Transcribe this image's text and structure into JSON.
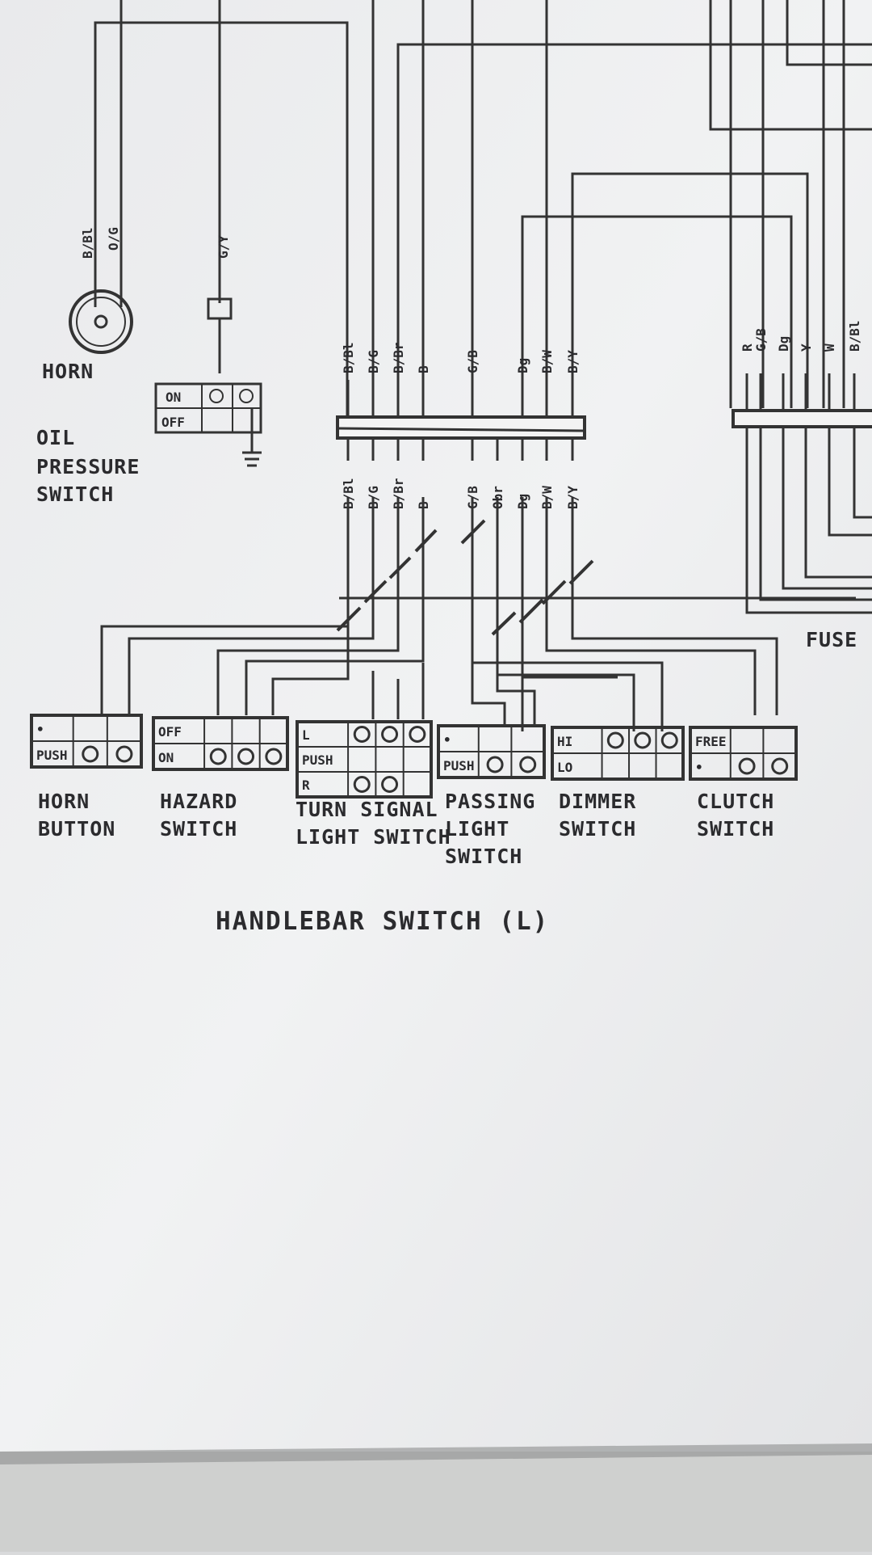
{
  "horn": {
    "label": "HORN",
    "wires": [
      "B/Bl",
      "O/G"
    ]
  },
  "oil_pressure_switch": {
    "label_lines": [
      "OIL",
      "PRESSURE",
      "SWITCH"
    ],
    "wire": "G/Y",
    "states": [
      "ON",
      "OFF"
    ]
  },
  "connector": {
    "upper_wires": [
      "B/Bl",
      "B/G",
      "B/Br",
      "B",
      "G/B",
      "Dg",
      "B/W",
      "B/Y"
    ],
    "lower_wires": [
      "B/Bl",
      "B/G",
      "B/Br",
      "B",
      "G/B",
      "Obr",
      "Dg",
      "B/W",
      "B/Y"
    ]
  },
  "right_connector": {
    "wires": [
      "R",
      "G/B",
      "Dg",
      "Y",
      "W",
      "B/Bl"
    ],
    "label": "FUSE"
  },
  "switches": [
    {
      "name": "horn-button",
      "label_lines": [
        "HORN",
        "BUTTON"
      ],
      "states": [
        "•",
        "PUSH"
      ]
    },
    {
      "name": "hazard-switch",
      "label_lines": [
        "HAZARD",
        "SWITCH"
      ],
      "states": [
        "OFF",
        "ON"
      ]
    },
    {
      "name": "turn-signal-light-switch",
      "label_lines": [
        "TURN SIGNAL",
        "LIGHT SWITCH"
      ],
      "states": [
        "L",
        "PUSH",
        "R"
      ]
    },
    {
      "name": "passing-light-switch",
      "label_lines": [
        "PASSING",
        "LIGHT",
        "SWITCH"
      ],
      "states": [
        "•",
        "PUSH"
      ]
    },
    {
      "name": "dimmer-switch",
      "label_lines": [
        "DIMMER",
        "SWITCH"
      ],
      "states": [
        "HI",
        "LO"
      ]
    },
    {
      "name": "clutch-switch",
      "label_lines": [
        "CLUTCH",
        "SWITCH"
      ],
      "states": [
        "FREE",
        "•"
      ]
    }
  ],
  "title": "HANDLEBAR SWITCH (L)"
}
